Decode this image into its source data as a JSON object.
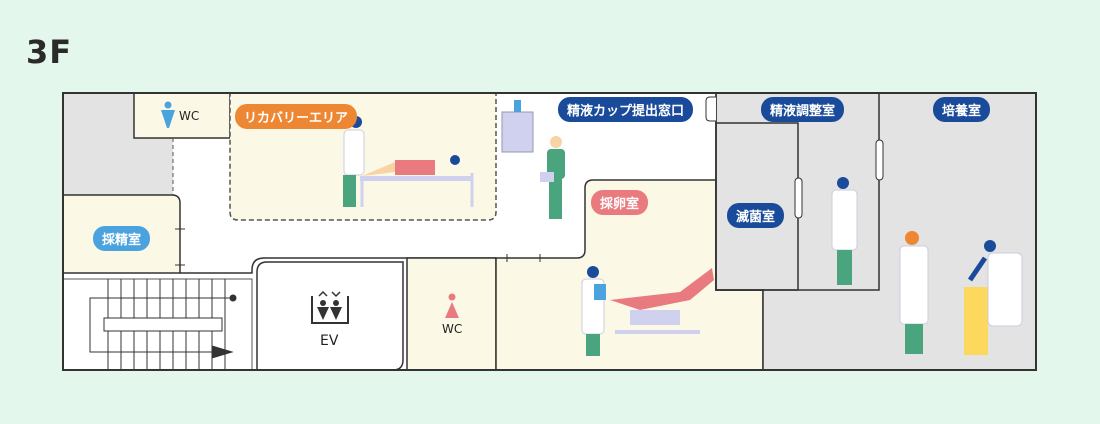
{
  "floor_label": "3F",
  "rooms": {
    "wc_men": "WC",
    "wc_women": "WC",
    "recovery": "リカバリーエリア",
    "semen_collection": "採精室",
    "cup_window": "精液カップ提出窓口",
    "semen_prep": "精液調整室",
    "culture": "培養室",
    "sterilization": "滅菌室",
    "egg_retrieval": "採卵室",
    "elevator": "EV"
  },
  "colors": {
    "background": "#e4f7ec",
    "cream": "#fbf9e6",
    "gray": "#e3e3e3",
    "recovery_pill": "#ee8733",
    "semen_pill": "#4aa3df",
    "egg_pill": "#e97a7f",
    "navy_pill": "#1a4b9b"
  }
}
